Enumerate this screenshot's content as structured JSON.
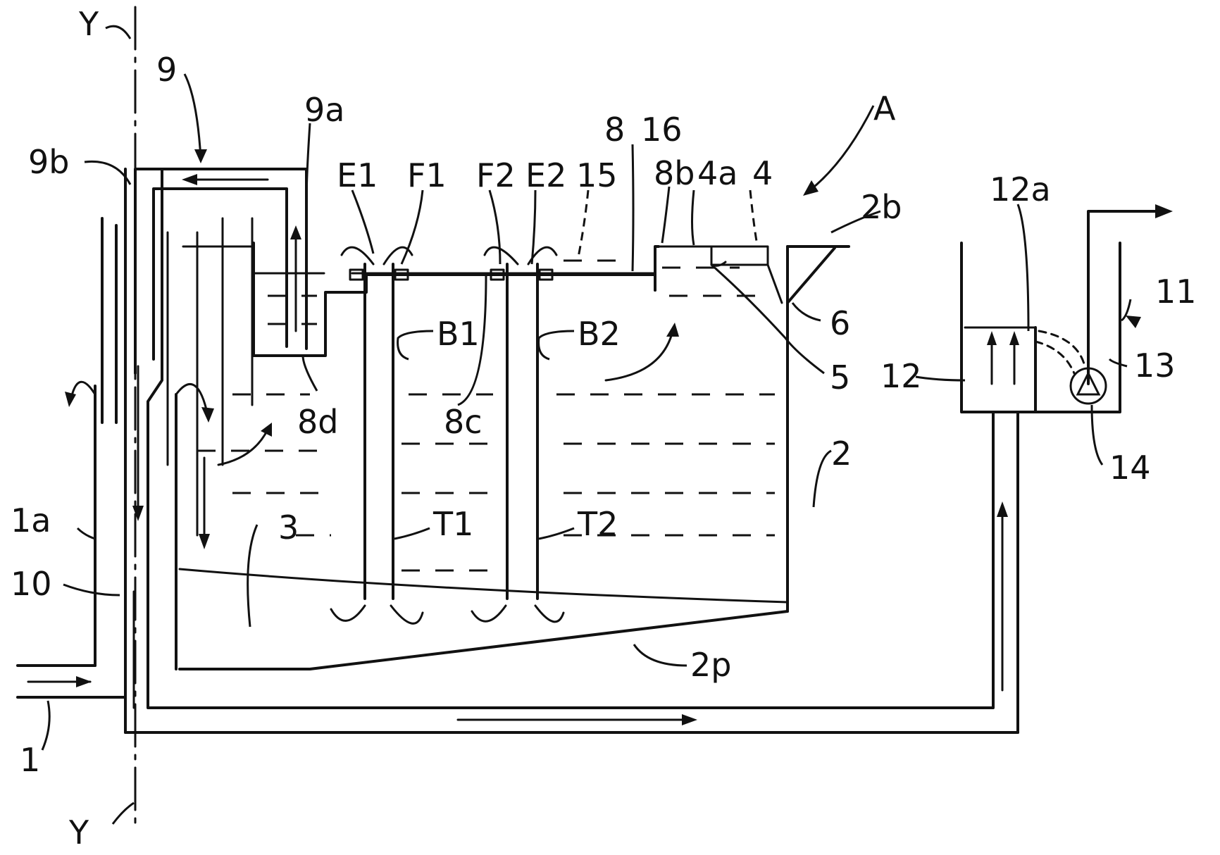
{
  "figure": {
    "colors": {
      "ink": "#111111",
      "background": "#ffffff"
    },
    "labels": {
      "Y_top": "Y",
      "Y_bottom": "Y",
      "n9": "9",
      "n9a": "9a",
      "n9b": "9b",
      "E1": "E1",
      "F1": "F1",
      "F2": "F2",
      "E2": "E2",
      "n15": "15",
      "n8": "8",
      "n16": "16",
      "n8b": "8b",
      "n4a": "4a",
      "n4": "4",
      "A": "A",
      "n2b": "2b",
      "n12a": "12a",
      "n11": "11",
      "B1": "B1",
      "B2": "B2",
      "n6": "6",
      "n5": "5",
      "n12": "12",
      "n13": "13",
      "n8d": "8d",
      "n8c": "8c",
      "n14": "14",
      "n2": "2",
      "n1a": "1a",
      "T1": "T1",
      "T2": "T2",
      "n3": "3",
      "n10": "10",
      "n2p": "2p",
      "n1": "1"
    }
  }
}
